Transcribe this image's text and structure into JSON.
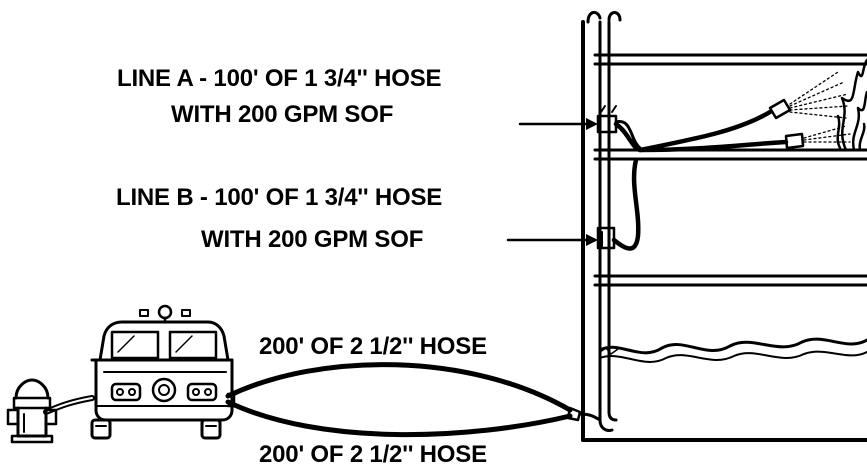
{
  "labels": {
    "line_a_title": "LINE A - 100' OF 1 3/4'' HOSE",
    "line_a_sub": "WITH 200 GPM  SOF",
    "line_b_title": "LINE B - 100' OF 1 3/4'' HOSE",
    "line_b_sub": "WITH 200 GPM  SOF",
    "supply_top": "200' OF 2 1/2'' HOSE",
    "supply_bottom": "200' OF 2 1/2'' HOSE"
  },
  "colors": {
    "ink": "#000000",
    "paper": "#ffffff"
  },
  "icons": [
    "fire-hydrant-icon",
    "fire-engine-icon",
    "standpipe-icon",
    "nozzle-icon",
    "fire-icon"
  ]
}
